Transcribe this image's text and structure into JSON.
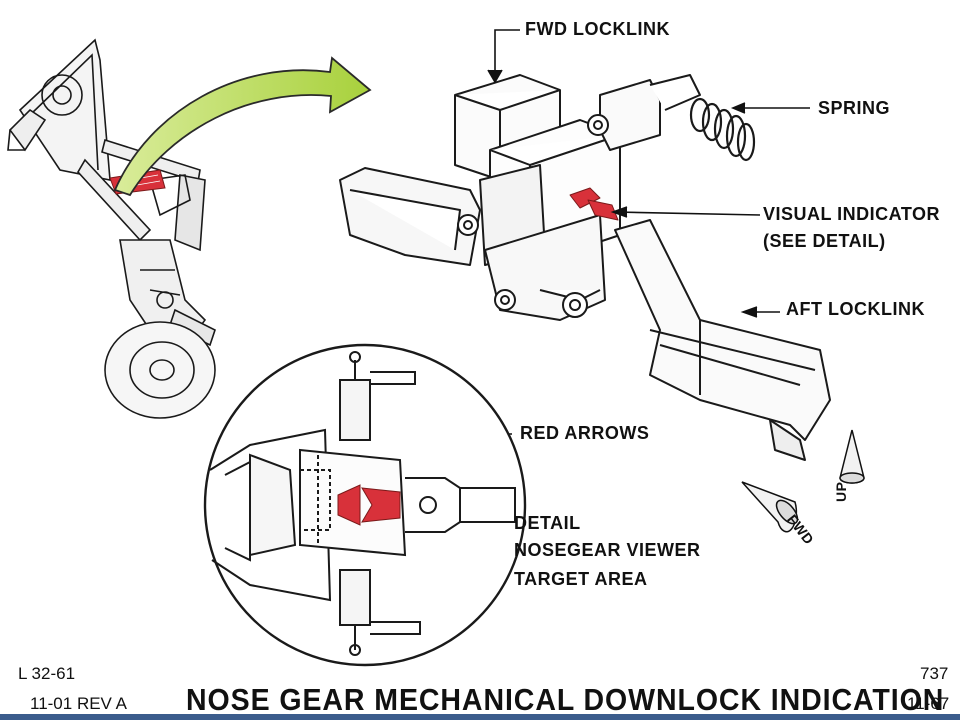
{
  "labels": {
    "fwd_locklink": "FWD LOCKLINK",
    "spring": "SPRING",
    "visual_indicator_line1": "VISUAL INDICATOR",
    "visual_indicator_line2": "(SEE DETAIL)",
    "aft_locklink": "AFT LOCKLINK",
    "red_arrows": "RED ARROWS",
    "detail_line1": "DETAIL",
    "detail_line2": "NOSEGEAR VIEWER",
    "detail_line3": "TARGET AREA",
    "up": "UP",
    "fwd": "FWD"
  },
  "footer": {
    "left_line1": "L 32-61",
    "left_line2": "11-01 REV A",
    "title": "NOSE GEAR MECHANICAL DOWNLOCK INDICATION",
    "right_line1": "737",
    "right_line2": "11-67"
  },
  "colors": {
    "transfer_arrow": "#b6dc54",
    "red_arrows": "#d8313a",
    "line": "#1a1a1a",
    "bottom_bar": "#3b5c8c"
  }
}
